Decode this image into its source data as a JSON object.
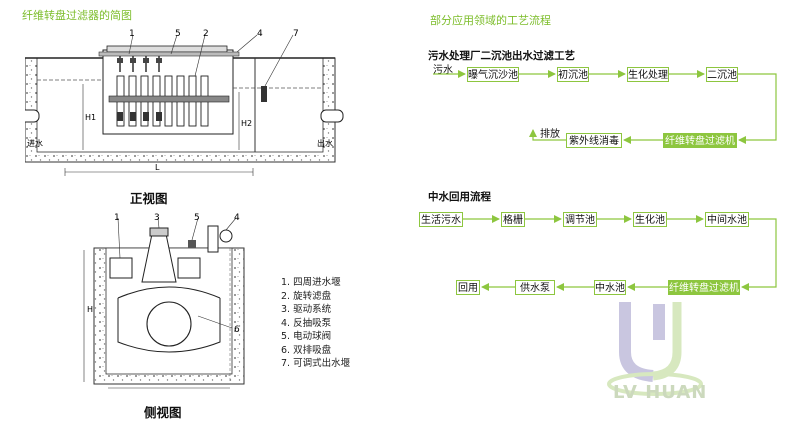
{
  "left_title": "纤维转盘过滤器的简图",
  "right_title": "部分应用领域的工艺流程",
  "front_view": {
    "caption": "正视图",
    "callouts": [
      "1",
      "5",
      "2",
      "4",
      "7"
    ],
    "labels": {
      "inlet": "进水",
      "outlet": "出水",
      "h1": "H1",
      "h2": "H2",
      "length": "L"
    }
  },
  "side_view": {
    "caption": "侧视图",
    "callouts": [
      "1",
      "3",
      "5",
      "4",
      "6"
    ],
    "labels": {
      "height": "H"
    }
  },
  "legend": [
    "1. 四周进水堰",
    "2. 旋转滤盘",
    "3. 驱动系统",
    "4. 反抽吸泵",
    "5. 电动球阀",
    "6. 双排吸盘",
    "7. 可调式出水堰"
  ],
  "flow1": {
    "title": "污水处理厂二沉池出水过滤工艺",
    "start": "污水",
    "row1": [
      "曝气沉沙池",
      "初沉池",
      "生化处理",
      "二沉池"
    ],
    "row2": [
      "纤维转盘过滤机",
      "紫外线消毒"
    ],
    "end": "排放"
  },
  "flow2": {
    "title": "中水回用流程",
    "row1": [
      "生活污水",
      "格栅",
      "调节池",
      "生化池",
      "中间水池"
    ],
    "row2": [
      "纤维转盘过滤机",
      "中水池",
      "供水泵",
      "回用"
    ]
  },
  "watermark": "LV HUAN",
  "colors": {
    "accent": "#8dc63f",
    "header": "#7cbd2a"
  }
}
